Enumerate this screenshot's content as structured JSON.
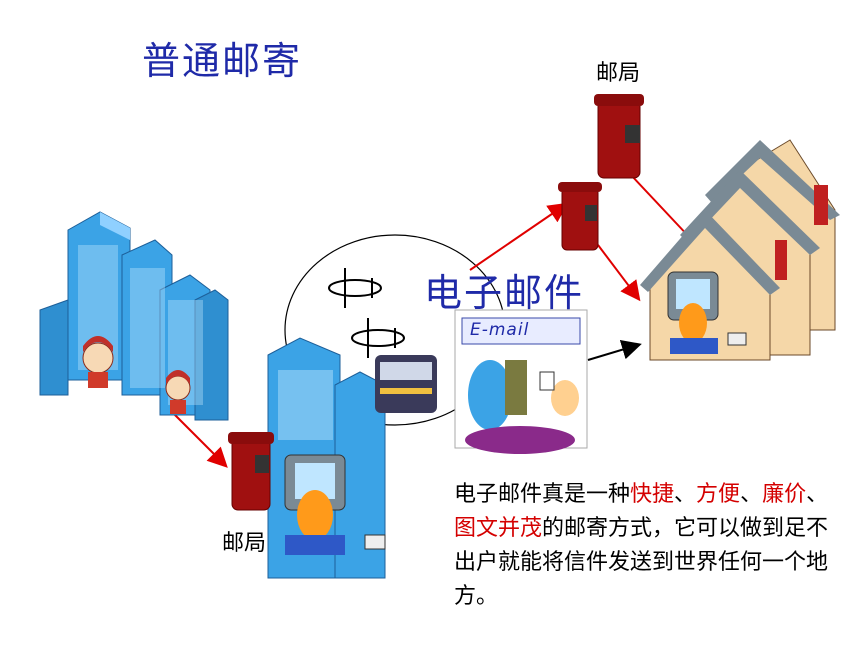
{
  "titles": {
    "regular_mail": "普通邮寄",
    "email": "电子邮件"
  },
  "labels": {
    "post_office_top": "邮局",
    "post_office_bottom": "邮局",
    "email_card": "E-mail"
  },
  "description": {
    "p1": "电子邮件真是一种",
    "h1": "快捷",
    "s1": "、",
    "h2": "方便",
    "s2": "、",
    "h3": "廉价",
    "s3": "、",
    "h4": "图文并茂",
    "p2": "的邮寄方式，它可以做到足不出户就能将信件发送到世界任何一个地方。"
  },
  "colors": {
    "title_blue": "#1f2aa8",
    "highlight_red": "#d40000",
    "building_blue": "#3ba3e6",
    "mailbox_red": "#a01010",
    "house_wall": "#f5d7a8",
    "roof": "#7a8a95"
  }
}
